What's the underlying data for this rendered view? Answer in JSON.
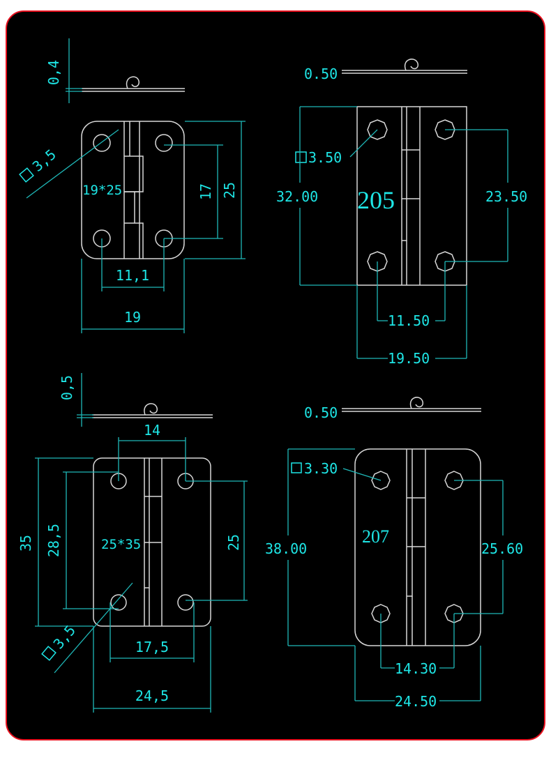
{
  "colors": {
    "frame_border": "#e8101e",
    "background": "#000000",
    "dimension": "#1ee6e6",
    "outline": "#d8d8d8"
  },
  "hinges": [
    {
      "size_label": "19*25",
      "dims": {
        "thickness": "0,4",
        "hole": "3,5",
        "hole_spacing_v": "17",
        "height": "25",
        "hole_spacing_h": "11,1",
        "width": "19"
      }
    },
    {
      "model": "205",
      "dims": {
        "thickness": "0.50",
        "hole": "3.50",
        "height": "32.00",
        "hole_spacing_v": "23.50",
        "hole_spacing_h": "11.50",
        "width": "19.50"
      }
    },
    {
      "size_label": "25*35",
      "dims": {
        "thickness": "0,5",
        "top_hole_spacing": "14",
        "height": "35",
        "hole_spacing_v_left": "28,5",
        "hole_spacing_v_right": "25",
        "hole": "3,5",
        "hole_spacing_h": "17,5",
        "width": "24,5"
      }
    },
    {
      "model": "207",
      "dims": {
        "thickness": "0.50",
        "hole": "3.30",
        "height": "38.00",
        "hole_spacing_v": "25.60",
        "hole_spacing_h": "14.30",
        "width": "24.50"
      }
    }
  ]
}
